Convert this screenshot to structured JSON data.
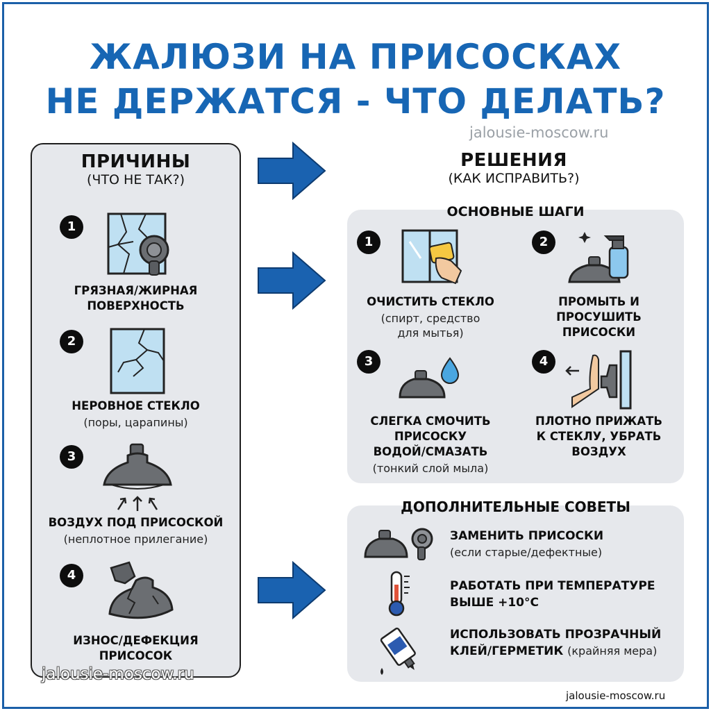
{
  "title": {
    "line1": "ЖАЛЮЗИ НА ПРИСОСКАХ",
    "line2": "НЕ ДЕРЖАТСЯ - ЧТО ДЕЛАТЬ?"
  },
  "watermarks": {
    "top": "jalousie-moscow.ru",
    "bottom_left": "jalousie-moscow.ru",
    "bottom_right": "jalousie-moscow.ru"
  },
  "causes": {
    "heading": "ПРИЧИНЫ",
    "subheading": "(ЧТО НЕ ТАК?)",
    "items": [
      {
        "num": "1",
        "title_line1": "ГРЯЗНАЯ/ЖИРНАЯ",
        "title_line2": "ПОВЕРХНОСТЬ",
        "note": "",
        "icon": "dirty-glass-suction-icon"
      },
      {
        "num": "2",
        "title_line1": "НЕРОВНОЕ СТЕКЛО",
        "title_line2": "",
        "note": "(поры, царапины)",
        "icon": "cracked-glass-icon"
      },
      {
        "num": "3",
        "title_line1": "ВОЗДУХ ПОД ПРИСОСКОЙ",
        "title_line2": "",
        "note": "(неплотное прилегание)",
        "icon": "suction-cup-air-icon"
      },
      {
        "num": "4",
        "title_line1": "ИЗНОС/ДЕФЕКЦИЯ",
        "title_line2": "ПРИСОСОК",
        "note": "",
        "icon": "broken-suction-cup-icon"
      }
    ]
  },
  "solutions": {
    "heading": "РЕШЕНИЯ",
    "subheading": "(КАК ИСПРАВИТЬ?)",
    "main_steps": {
      "title": "ОСНОВНЫЕ ШАГИ",
      "items": [
        {
          "num": "1",
          "line1": "ОЧИСТИТЬ СТЕКЛО",
          "line2": "",
          "line3": "",
          "note1": "(спирт, средство",
          "note2": "для мытья)",
          "icon": "clean-window-icon"
        },
        {
          "num": "2",
          "line1": "ПРОМЫТЬ И",
          "line2": "ПРОСУШИТЬ",
          "line3": "ПРИСОСКИ",
          "note1": "",
          "note2": "",
          "icon": "spray-bottle-icon"
        },
        {
          "num": "3",
          "line1": "СЛЕГКА СМОЧИТЬ",
          "line2": "ПРИСОСКУ",
          "line3": "ВОДОЙ/СМАЗАТЬ",
          "note1": "(тонкий слой мыла)",
          "note2": "",
          "icon": "water-drop-suction-icon"
        },
        {
          "num": "4",
          "line1": "ПЛОТНО ПРИЖАТЬ",
          "line2": "К СТЕКЛУ, УБРАТЬ",
          "line3": "ВОЗДУХ",
          "note1": "",
          "note2": "",
          "icon": "press-hand-icon"
        }
      ]
    },
    "extra_tips": {
      "title": "ДОПОЛНИТЕЛЬНЫЕ СОВЕТЫ",
      "items": [
        {
          "bold1": "ЗАМЕНИТЬ ПРИСОСКИ",
          "bold2": "",
          "note": "(если старые/дефектные)",
          "icon": "replace-suction-icon"
        },
        {
          "bold1": "РАБОТАТЬ ПРИ ТЕМПЕРАТУРЕ",
          "bold2": "ВЫШЕ +10°С",
          "note": "",
          "icon": "thermometer-icon"
        },
        {
          "bold1": "ИСПОЛЬЗОВАТЬ ПРОЗРАЧНЫЙ",
          "bold2": "КЛЕЙ/ГЕРМЕТИК",
          "note": "(крайняя мера)",
          "icon": "glue-tube-icon"
        }
      ]
    }
  },
  "colors": {
    "accent_blue": "#1766b4",
    "arrow_blue": "#1a62b0",
    "panel_gray": "#e6e8ec",
    "icon_gray": "#5f6266"
  }
}
